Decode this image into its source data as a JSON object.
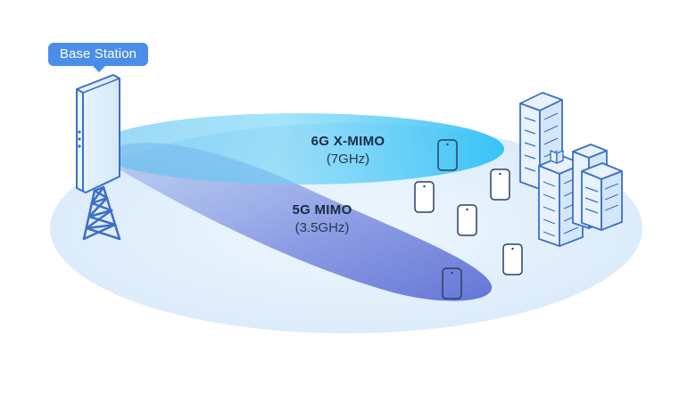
{
  "base_station": {
    "label": "Base Station"
  },
  "beams": [
    {
      "name": "6G X-MIMO",
      "frequency": "(7GHz)",
      "color": "#3ec6f5"
    },
    {
      "name": "5G MIMO",
      "frequency": "(3.5GHz)",
      "color": "#6f82dd"
    }
  ],
  "colors": {
    "coverage_fill": "#e6f3fc",
    "badge": "#4a8ee8",
    "outline": "#3d6fc4"
  }
}
